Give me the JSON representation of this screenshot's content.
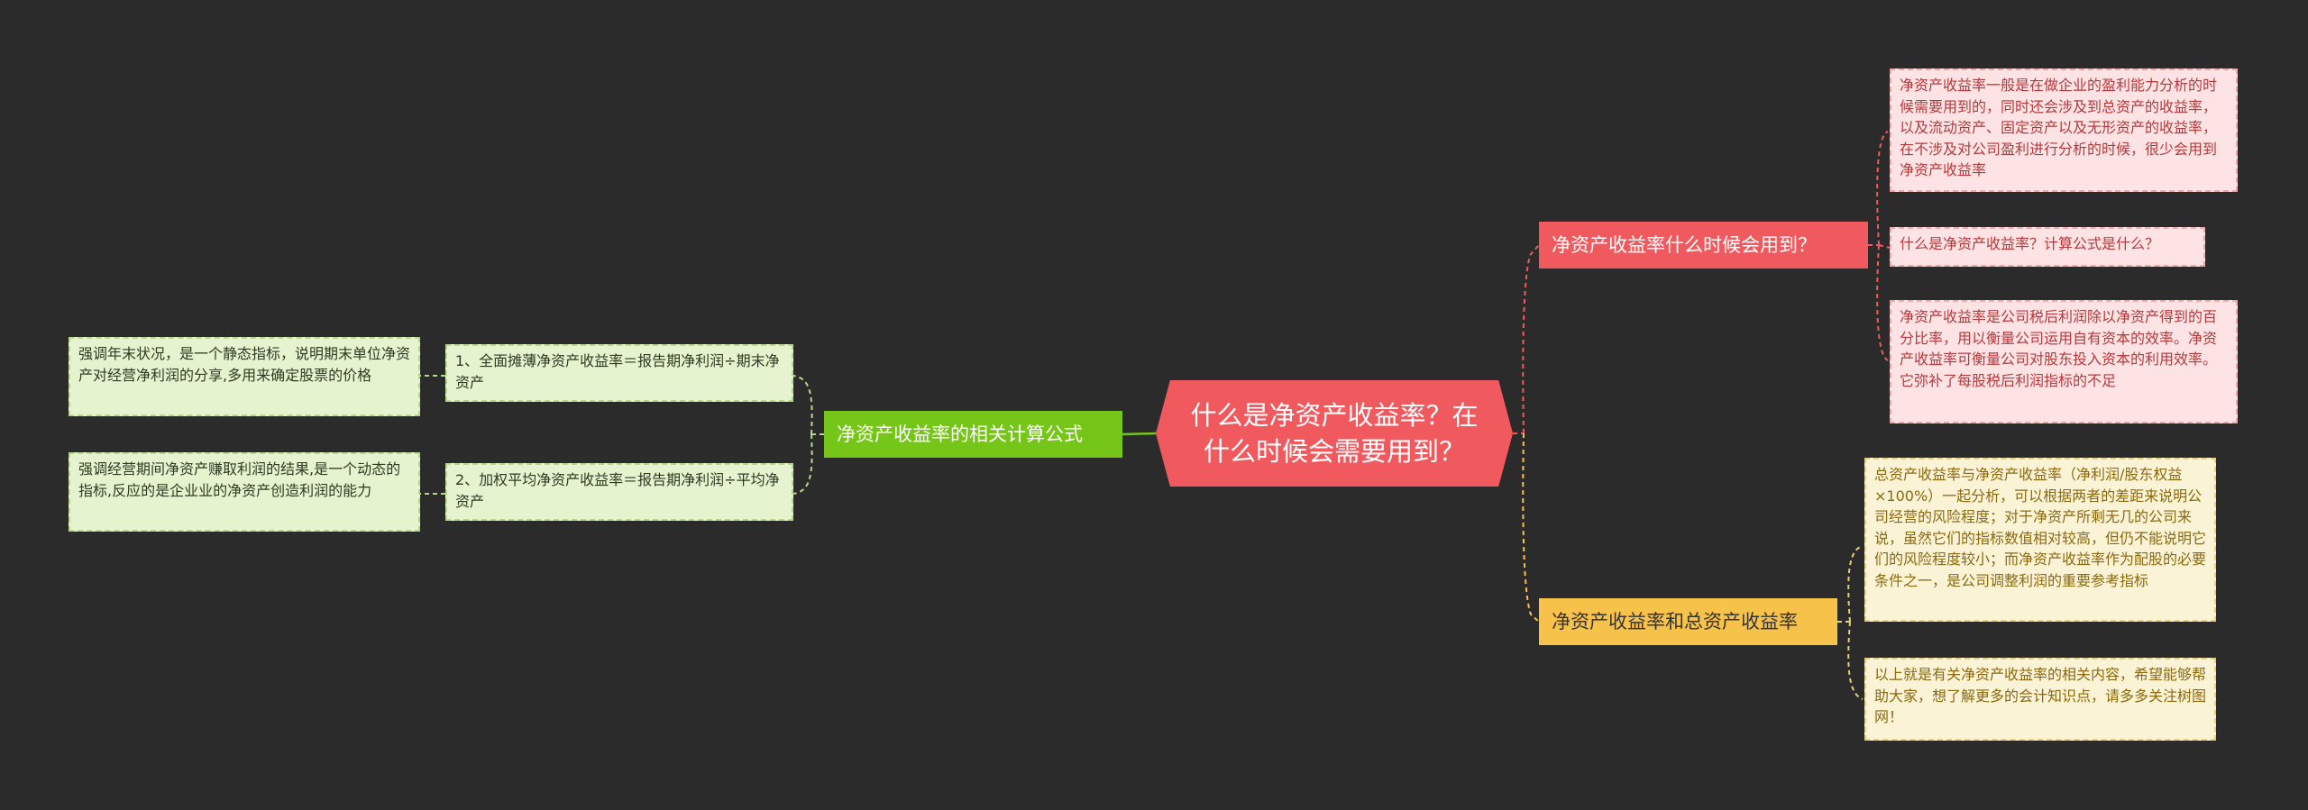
{
  "root": {
    "title": "什么是净资产收益率？在什么时候会需要用到？"
  },
  "branches": [
    {
      "label": "净资产收益率什么时候会用到？",
      "color": "#f05a5e",
      "children": [
        "净资产收益率一般是在做企业的盈利能力分析的时候需要用到的，同时还会涉及到总资产的收益率，以及流动资产、固定资产以及无形资产的收益率，在不涉及对公司盈利进行分析的时候，很少会用到净资产收益率",
        "什么是净资产收益率？计算公式是什么？",
        "净资产收益率是公司税后利润除以净资产得到的百分比率，用以衡量公司运用自有资本的效率。净资产收益率可衡量公司对股东投入资本的利用效率。它弥补了每股税后利润指标的不足"
      ]
    },
    {
      "label": "净资产收益率的相关计算公式",
      "color": "#76c61a",
      "children": [
        {
          "text": "1、全面摊薄净资产收益率＝报告期净利润÷期末净资产",
          "note": "强调年末状况，是一个静态指标，说明期末单位净资产对经营净利润的分享,多用来确定股票的价格"
        },
        {
          "text": "2、加权平均净资产收益率＝报告期净利润÷平均净资产",
          "note": "强调经营期间净资产赚取利润的结果,是一个动态的指标,反应的是企业业的净资产创造利润的能力"
        }
      ]
    },
    {
      "label": "净资产收益率和总资产收益率",
      "color": "#f7c24a",
      "children": [
        "总资产收益率与净资产收益率（净利润/股东权益×100%）一起分析，可以根据两者的差距来说明公司经营的风险程度；对于净资产所剩无几的公司来说，虽然它们的指标数值相对较高，但仍不能说明它们的风险程度较小；而净资产收益率作为配股的必要条件之一，是公司调整利润的重要参考指标",
        "以上就是有关净资产收益率的相关内容，希望能够帮助大家，想了解更多的会计知识点，请多多关注树图网！"
      ]
    }
  ]
}
